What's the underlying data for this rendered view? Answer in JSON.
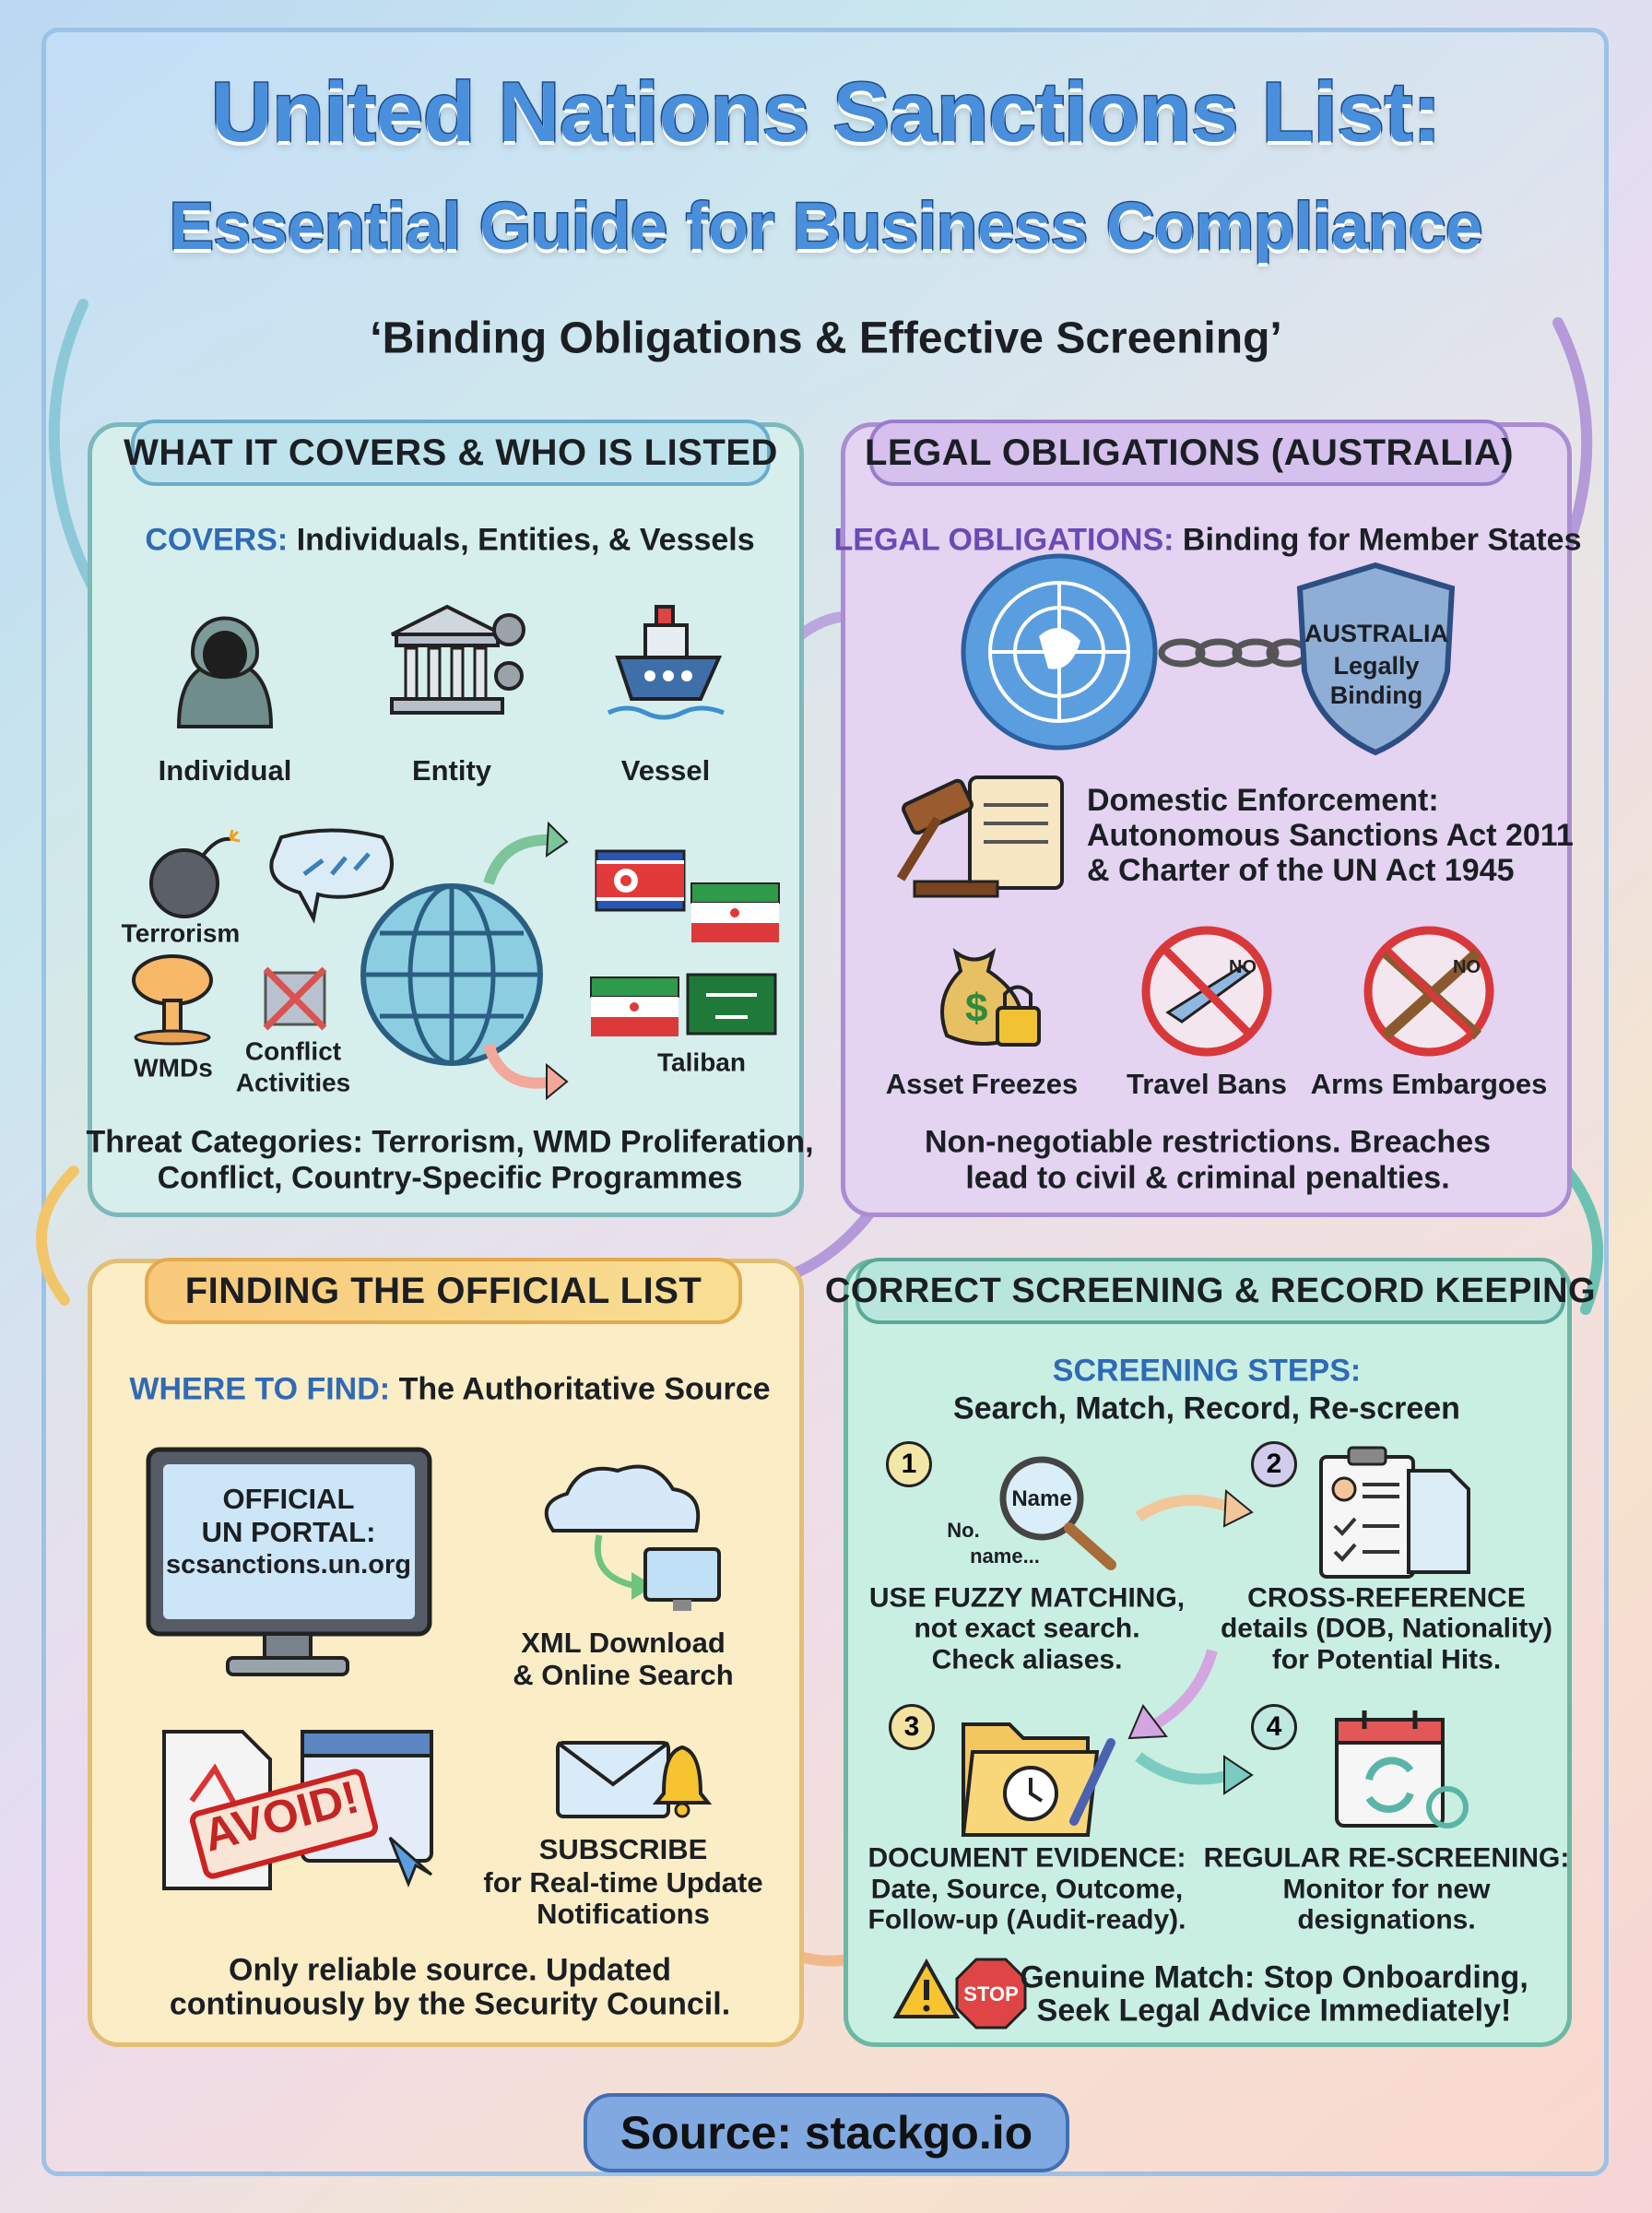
{
  "title": {
    "line1": "United Nations Sanctions List:",
    "line2": "Essential Guide for Business Compliance",
    "subtitle": "‘Binding Obligations & Effective Screening’"
  },
  "panels": {
    "covers": {
      "header": "WHAT IT COVERS & WHO IS LISTED",
      "lead_label": "COVERS:",
      "lead_text": " Individuals, Entities, & Vessels",
      "icons": [
        {
          "label": "Individual",
          "icon": "hooded-person-icon"
        },
        {
          "label": "Entity",
          "icon": "building-gears-icon"
        },
        {
          "label": "Vessel",
          "icon": "ship-icon"
        }
      ],
      "threats": {
        "terrorism": "Terrorism",
        "wmds": "WMDs",
        "conflict_1": "Conflict",
        "conflict_2": "Activities",
        "taliban": "Taliban"
      },
      "footer_1": "Threat Categories: Terrorism, WMD Proliferation,",
      "footer_2": "Conflict, Country-Specific Programmes"
    },
    "legal": {
      "header": "LEGAL OBLIGATIONS (AUSTRALIA)",
      "lead_label": "LEGAL OBLIGATIONS:",
      "lead_text": " Binding for Member States",
      "shield": [
        "AUSTRALIA",
        "Legally",
        "Binding"
      ],
      "domestic": [
        "Domestic Enforcement:",
        "Autonomous Sanctions Act 2011",
        "& Charter of the UN Act 1945"
      ],
      "restrictions": [
        {
          "label": "Asset Freezes",
          "icon": "money-bag-lock-icon"
        },
        {
          "label": "Travel Bans",
          "icon": "no-plane-icon",
          "badge": "NO"
        },
        {
          "label": "Arms Embargoes",
          "icon": "no-guns-icon",
          "badge": "NO"
        }
      ],
      "footer_1": "Non-negotiable restrictions. Breaches",
      "footer_2": "lead to civil & criminal penalties."
    },
    "finding": {
      "header": "FINDING THE OFFICIAL LIST",
      "lead_label": "WHERE TO FIND:",
      "lead_text": " The Authoritative Source",
      "monitor": [
        "OFFICIAL",
        "UN PORTAL:",
        "scsanctions.un.org"
      ],
      "download": [
        "XML Download",
        "& Online Search"
      ],
      "avoid": "AVOID!",
      "subscribe": [
        "SUBSCRIBE",
        "for Real-time Update",
        "Notifications"
      ],
      "footer_1": "Only reliable source. Updated",
      "footer_2": "continuously by the Security Council."
    },
    "screening": {
      "header": "CORRECT SCREENING & RECORD KEEPING",
      "lead_label": "SCREENING STEPS:",
      "lead_text": "Search, Match, Record, Re-screen",
      "steps": [
        {
          "number": "1",
          "lines": [
            "USE FUZZY MATCHING,",
            "not exact search.",
            "Check aliases."
          ],
          "icon": "magnifier-icon",
          "icon_text": [
            "Name",
            "No.",
            "name..."
          ]
        },
        {
          "number": "2",
          "lines": [
            "CROSS-REFERENCE",
            "details (DOB, Nationality)",
            "for Potential Hits."
          ],
          "icon": "clipboard-check-icon"
        },
        {
          "number": "3",
          "lines": [
            "DOCUMENT EVIDENCE:",
            "Date, Source, Outcome,",
            "Follow-up (Audit-ready)."
          ],
          "icon": "folder-clock-icon"
        },
        {
          "number": "4",
          "lines": [
            "REGULAR RE-SCREENING:",
            "Monitor for new",
            "designations."
          ],
          "icon": "calendar-refresh-icon"
        }
      ],
      "stop_sign": "STOP",
      "warning_1": "Genuine Match: Stop Onboarding,",
      "warning_2": "Seek Legal Advice Immediately!"
    }
  },
  "source": "Source: stackgo.io",
  "colors": {
    "title": "#4a8fdc",
    "lead_blue": "#2f6ab7",
    "lead_purple": "#6b4ab5"
  }
}
